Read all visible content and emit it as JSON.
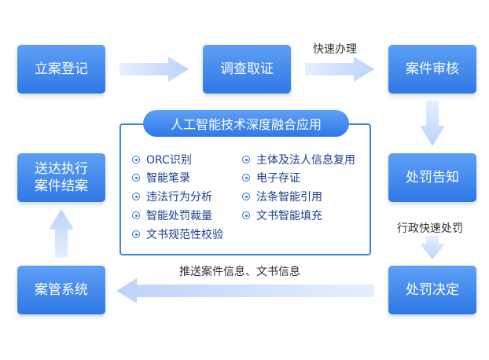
{
  "nodes": {
    "register": "立案登记",
    "investigate": "调查取证",
    "review": "案件审核",
    "notify": "处罚告知",
    "decide": "处罚决定",
    "system": "案管系统",
    "deliver_line1": "送达执行",
    "deliver_line2": "案件结案"
  },
  "edge_labels": {
    "fast_handle": "快速办理",
    "admin_fast_penalty": "行政快速处罚",
    "push_info": "推送案件信息、文书信息"
  },
  "panel": {
    "title": "人工智能技术深度融合应用",
    "left_items": [
      "ORC识别",
      "智能笔录",
      "违法行为分析",
      "智能处罚裁量",
      "文书规范性校验"
    ],
    "right_items": [
      "主体及法人信息复用",
      "电子存证",
      "法条智能引用",
      "文书智能填充"
    ]
  },
  "colors": {
    "box_blue": "#2f78e6",
    "arrow_blue": "#c9dcfb",
    "panel_border": "#3b82f0",
    "item_text": "#1a3f8f"
  }
}
